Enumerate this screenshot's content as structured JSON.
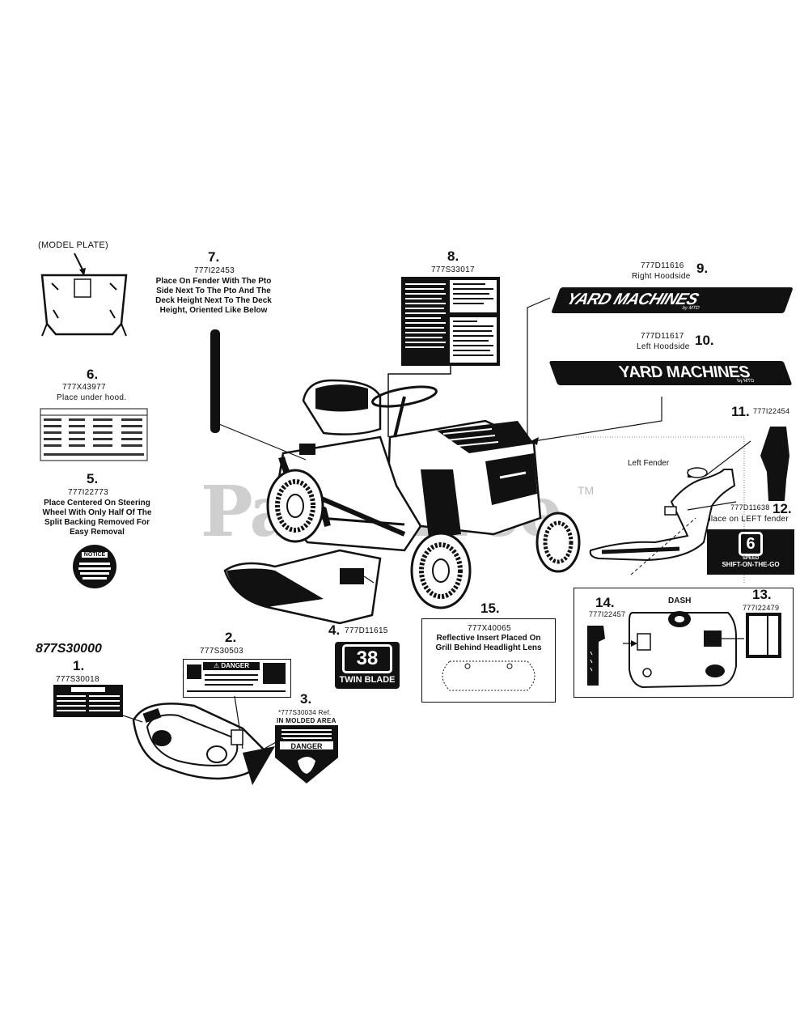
{
  "watermark": {
    "text": "PartsTree",
    "tm": "TM"
  },
  "model_plate": {
    "label": "(MODEL PLATE)"
  },
  "callouts": {
    "c1": {
      "num": "1.",
      "part": "777S30018"
    },
    "c2": {
      "num": "2.",
      "part": "777S30503"
    },
    "c3": {
      "num": "3.",
      "part": "*777S30034 Ref.",
      "note": "IN MOLDED AREA"
    },
    "c4": {
      "num": "4.",
      "part": "777D11615"
    },
    "c5": {
      "num": "5.",
      "part": "777I22773",
      "note": [
        "Place Centered On Steering",
        "Wheel With Only Half Of The",
        "Split Backing Removed For",
        "Easy Removal"
      ]
    },
    "c6": {
      "num": "6.",
      "part": "777X43977",
      "note": "Place under hood."
    },
    "c7": {
      "num": "7.",
      "part": "777I22453",
      "note": [
        "Place On Fender With The Pto",
        "Side Next To The Pto And The",
        "Deck Height Next To The Deck",
        "Height, Oriented Like Below"
      ]
    },
    "c8": {
      "num": "8.",
      "part": "777S33017"
    },
    "c9": {
      "num": "9.",
      "part": "777D11616",
      "note": "Right Hoodside"
    },
    "c10": {
      "num": "10.",
      "part": "777D11617",
      "note": "Left Hoodside"
    },
    "c11": {
      "num": "11.",
      "part": "777I22454"
    },
    "c12": {
      "num": "12.",
      "part": "777D11638",
      "note": "place on LEFT fender"
    },
    "c13": {
      "num": "13.",
      "part": "777I22479"
    },
    "c14": {
      "num": "14.",
      "part": "777I22457"
    },
    "c15": {
      "num": "15.",
      "part": "777X40065",
      "note": [
        "Reflective Insert Placed On",
        "Grill Behind Headlight Lens"
      ]
    }
  },
  "kit": {
    "part": "877S30000"
  },
  "labels": {
    "yard_machines": "YARD MACHINES",
    "by_mtd": "by MTD",
    "left_fender": "Left Fender",
    "dash": "DASH",
    "danger": "DANGER",
    "danger_small": "⚠ DANGER",
    "notice": "NOTICE",
    "twin_blade": "TWIN BLADE",
    "deck_size": "38",
    "speed_num": "6",
    "speed_text": "SPEED",
    "shift_text": "SHIFT-ON-THE-GO"
  }
}
